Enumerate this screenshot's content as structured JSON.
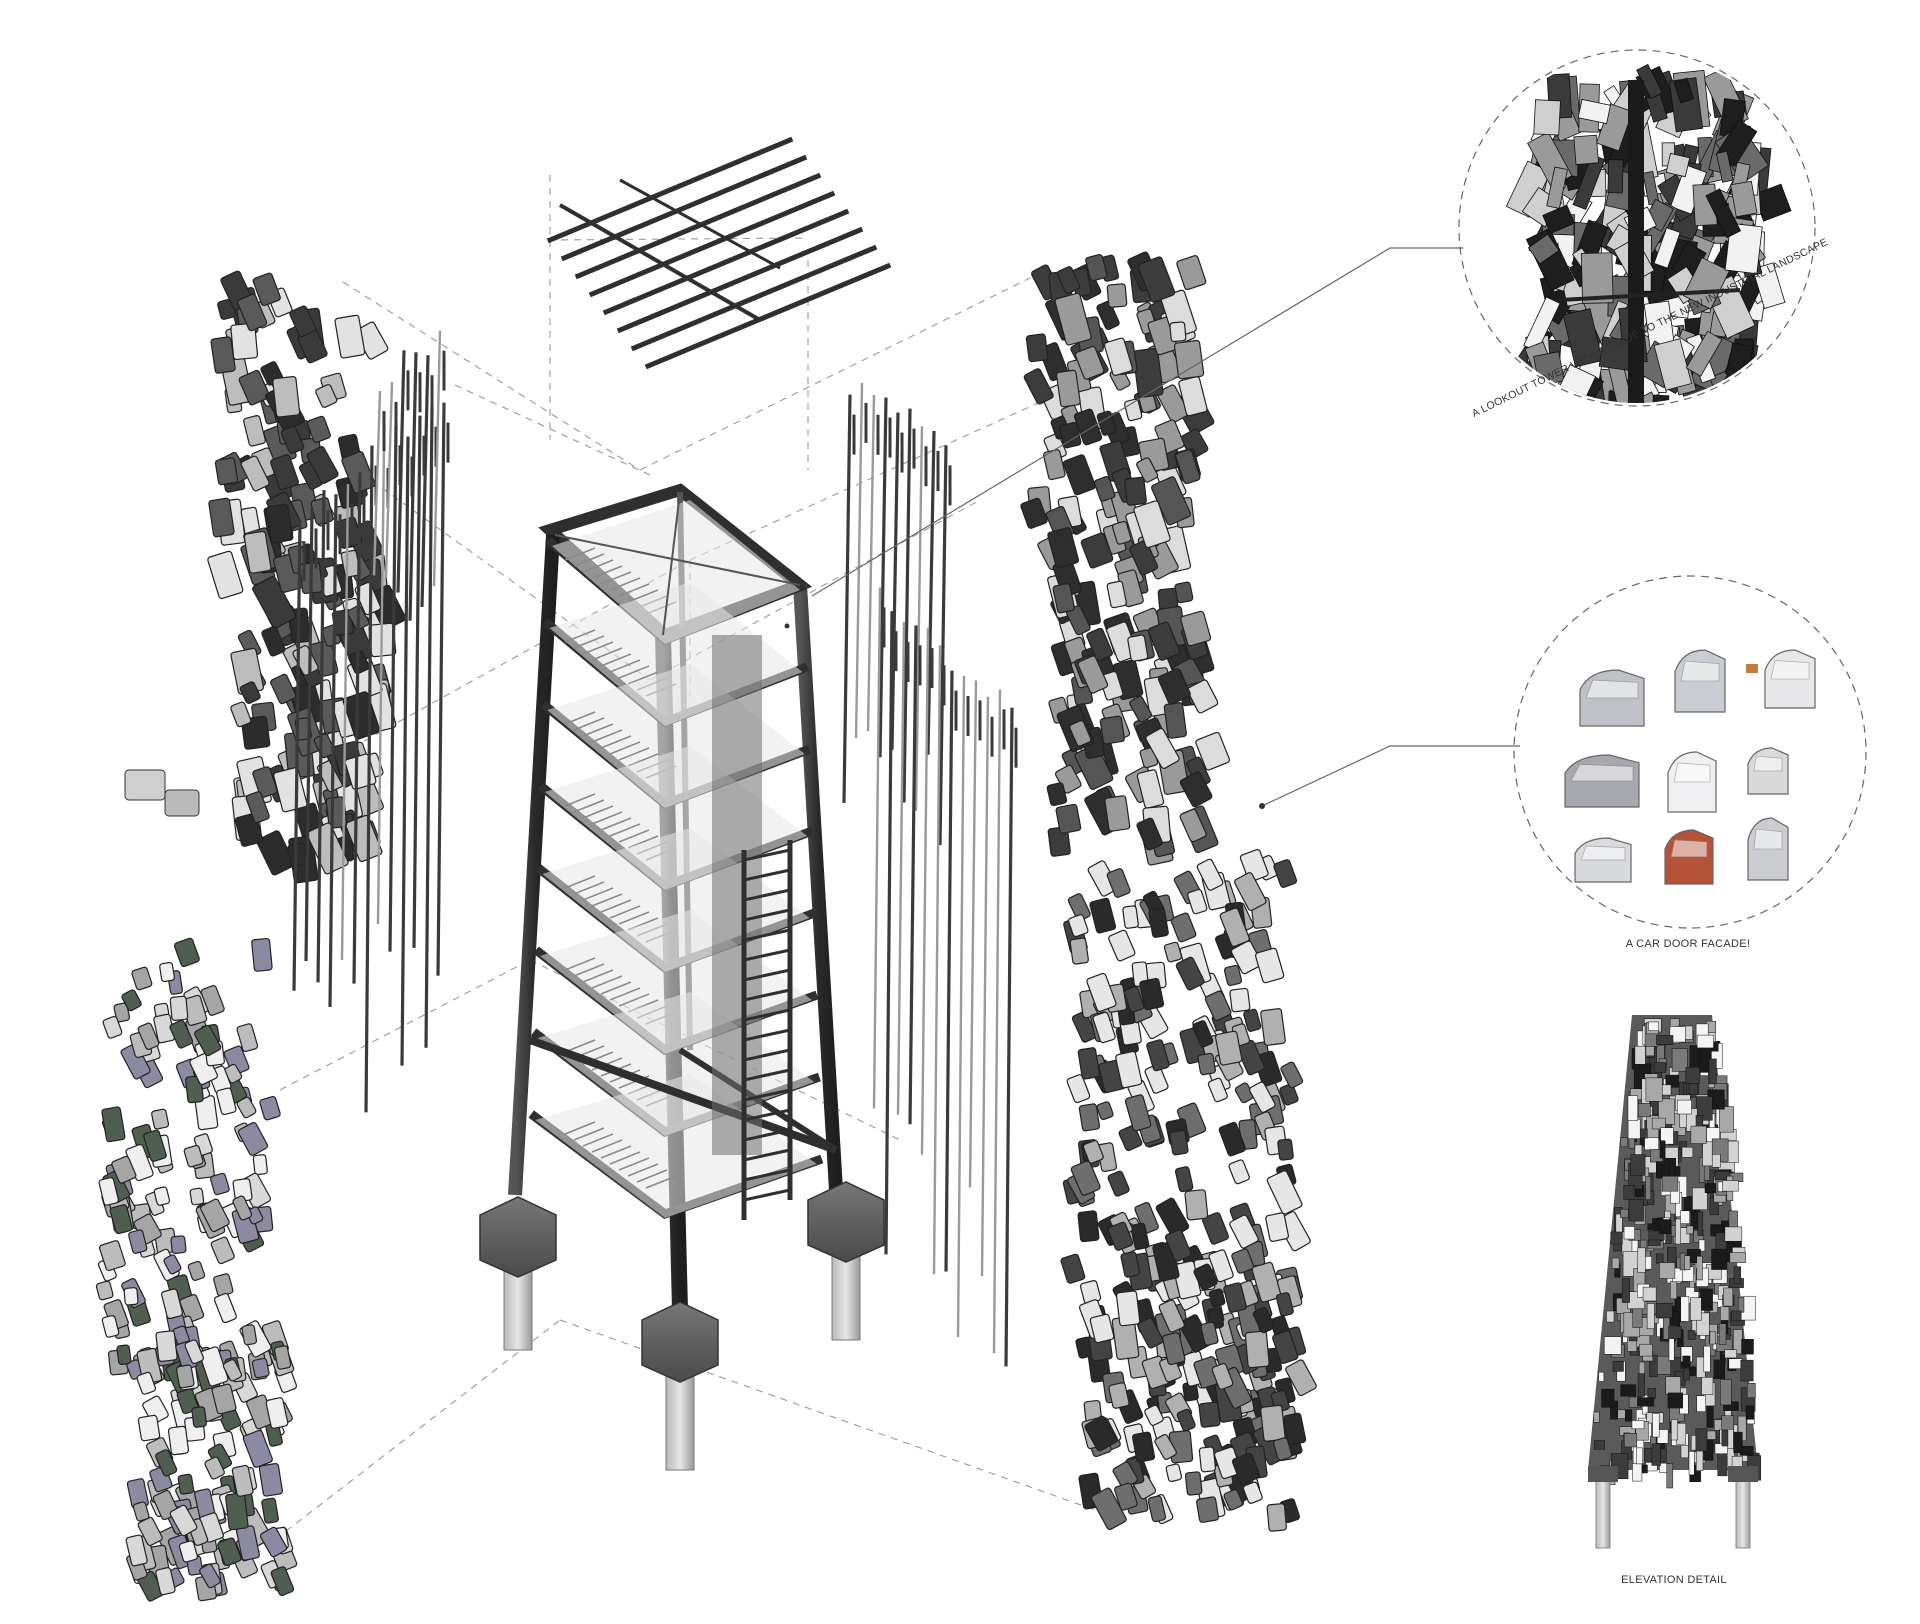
{
  "captions": {
    "lookout": "A LOOKOUT TOWER WITH A GUIDE TO THE NEW INDUSTRIAL LANDSCAPE",
    "car_door": "A CAR DOOR FACADE!",
    "elevation": "ELEVATION DETAIL"
  },
  "colors": {
    "structure": "#2f2f2f",
    "steel_dark": "#3a3a3a",
    "panel_mid": "#8a8a8a",
    "panel_light": "#d6d6d6",
    "panel_green": "#4f5f4f",
    "panel_purple": "#8c8aa0",
    "door_red": "#b5523a",
    "guide_line": "#999999"
  }
}
